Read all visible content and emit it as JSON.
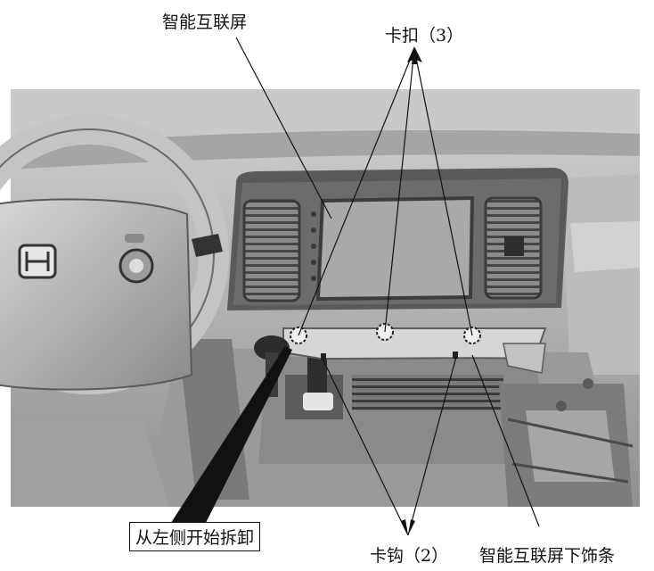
{
  "labels": {
    "screen": "智能互联屏",
    "clips": "卡扣（3）",
    "start_here": "从左侧开始拆卸",
    "hooks": "卡钩（2）",
    "trim": "智能互联屏下饰条"
  },
  "colors": {
    "photo_bg": "#b8b8b8",
    "dash_dark": "#5a5a5a",
    "screen_face": "#aaaaaa",
    "trim_strip": "#d4d4d4",
    "leader": "#111111"
  }
}
